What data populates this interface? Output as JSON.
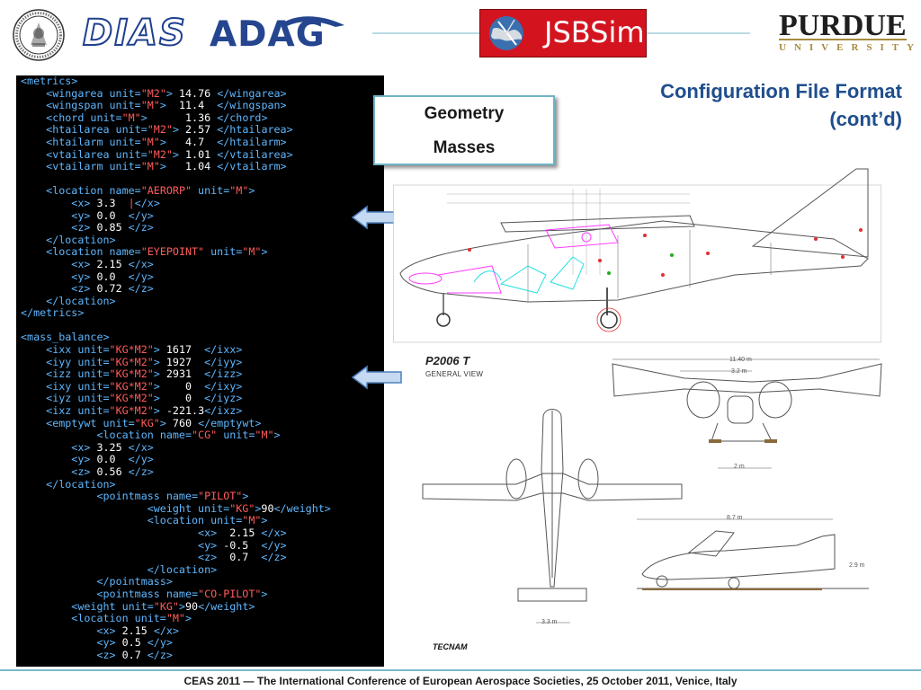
{
  "header": {
    "dias_logo": "DIAS",
    "adag_logo": "ADAG",
    "jsbsim_logo": "JSBSim",
    "purdue_name": "PURDUE",
    "purdue_sub": "UNIVERSITY",
    "seal_icon": "university-seal-icon",
    "colors": {
      "dias": "#1f3f8f",
      "adag": "#25468f",
      "jsbsim_bg": "#d3141f",
      "purdue_gold": "#a68a3c"
    }
  },
  "title": {
    "line1": "Configuration File Format",
    "line2": "(cont’d)",
    "color": "#1f4e8c"
  },
  "callout": {
    "line1": "Geometry",
    "line2": "Masses",
    "border_color": "#6fb3c5"
  },
  "code": [
    [
      [
        "t",
        "<metrics>"
      ]
    ],
    [
      [
        "n",
        "    "
      ],
      [
        "t",
        "<wingarea unit="
      ],
      [
        "v",
        "\"M2\""
      ],
      [
        "t",
        ">"
      ],
      [
        "n",
        " 14.76 "
      ],
      [
        "t",
        "</wingarea>"
      ]
    ],
    [
      [
        "n",
        "    "
      ],
      [
        "t",
        "<wingspan unit="
      ],
      [
        "v",
        "\"M\""
      ],
      [
        "t",
        ">"
      ],
      [
        "n",
        "  11.4  "
      ],
      [
        "t",
        "</wingspan>"
      ]
    ],
    [
      [
        "n",
        "    "
      ],
      [
        "t",
        "<chord unit="
      ],
      [
        "v",
        "\"M\""
      ],
      [
        "t",
        ">"
      ],
      [
        "n",
        "      1.36 "
      ],
      [
        "t",
        "</chord>"
      ]
    ],
    [
      [
        "n",
        "    "
      ],
      [
        "t",
        "<htailarea unit="
      ],
      [
        "v",
        "\"M2\""
      ],
      [
        "t",
        ">"
      ],
      [
        "n",
        " 2.57 "
      ],
      [
        "t",
        "</htailarea>"
      ]
    ],
    [
      [
        "n",
        "    "
      ],
      [
        "t",
        "<htailarm unit="
      ],
      [
        "v",
        "\"M\""
      ],
      [
        "t",
        ">"
      ],
      [
        "n",
        "   4.7  "
      ],
      [
        "t",
        "</htailarm>"
      ]
    ],
    [
      [
        "n",
        "    "
      ],
      [
        "t",
        "<vtailarea unit="
      ],
      [
        "v",
        "\"M2\""
      ],
      [
        "t",
        ">"
      ],
      [
        "n",
        " 1.01 "
      ],
      [
        "t",
        "</vtailarea>"
      ]
    ],
    [
      [
        "n",
        "    "
      ],
      [
        "t",
        "<vtailarm unit="
      ],
      [
        "v",
        "\"M\""
      ],
      [
        "t",
        ">"
      ],
      [
        "n",
        "   1.04 "
      ],
      [
        "t",
        "</vtailarm>"
      ]
    ],
    [
      [
        "n",
        ""
      ]
    ],
    [
      [
        "n",
        "    "
      ],
      [
        "t",
        "<location name="
      ],
      [
        "v",
        "\"AERORP\""
      ],
      [
        "t",
        " unit="
      ],
      [
        "v",
        "\"M\""
      ],
      [
        "t",
        ">"
      ]
    ],
    [
      [
        "n",
        "        "
      ],
      [
        "t",
        "<x>"
      ],
      [
        "n",
        " 3.3  "
      ],
      [
        "v",
        "|"
      ],
      [
        "t",
        "</x>"
      ]
    ],
    [
      [
        "n",
        "        "
      ],
      [
        "t",
        "<y>"
      ],
      [
        "n",
        " 0.0  "
      ],
      [
        "t",
        "</y>"
      ]
    ],
    [
      [
        "n",
        "        "
      ],
      [
        "t",
        "<z>"
      ],
      [
        "n",
        " 0.85 "
      ],
      [
        "t",
        "</z>"
      ]
    ],
    [
      [
        "n",
        "    "
      ],
      [
        "t",
        "</location>"
      ]
    ],
    [
      [
        "n",
        "    "
      ],
      [
        "t",
        "<location name="
      ],
      [
        "v",
        "\"EYEPOINT\""
      ],
      [
        "t",
        " unit="
      ],
      [
        "v",
        "\"M\""
      ],
      [
        "t",
        ">"
      ]
    ],
    [
      [
        "n",
        "        "
      ],
      [
        "t",
        "<x>"
      ],
      [
        "n",
        " 2.15 "
      ],
      [
        "t",
        "</x>"
      ]
    ],
    [
      [
        "n",
        "        "
      ],
      [
        "t",
        "<y>"
      ],
      [
        "n",
        " 0.0  "
      ],
      [
        "t",
        "</y>"
      ]
    ],
    [
      [
        "n",
        "        "
      ],
      [
        "t",
        "<z>"
      ],
      [
        "n",
        " 0.72 "
      ],
      [
        "t",
        "</z>"
      ]
    ],
    [
      [
        "n",
        "    "
      ],
      [
        "t",
        "</location>"
      ]
    ],
    [
      [
        "n",
        ""
      ],
      [
        "t",
        "</metrics>"
      ]
    ],
    [
      [
        "n",
        ""
      ]
    ],
    [
      [
        "t",
        "<mass_balance>"
      ]
    ],
    [
      [
        "n",
        "    "
      ],
      [
        "t",
        "<ixx unit="
      ],
      [
        "v",
        "\"KG*M2\""
      ],
      [
        "t",
        ">"
      ],
      [
        "n",
        " 1617  "
      ],
      [
        "t",
        "</ixx>"
      ]
    ],
    [
      [
        "n",
        "    "
      ],
      [
        "t",
        "<iyy unit="
      ],
      [
        "v",
        "\"KG*M2\""
      ],
      [
        "t",
        ">"
      ],
      [
        "n",
        " 1927  "
      ],
      [
        "t",
        "</iyy>"
      ]
    ],
    [
      [
        "n",
        "    "
      ],
      [
        "t",
        "<izz unit="
      ],
      [
        "v",
        "\"KG*M2\""
      ],
      [
        "t",
        ">"
      ],
      [
        "n",
        " 2931  "
      ],
      [
        "t",
        "</izz>"
      ]
    ],
    [
      [
        "n",
        "    "
      ],
      [
        "t",
        "<ixy unit="
      ],
      [
        "v",
        "\"KG*M2\""
      ],
      [
        "t",
        ">"
      ],
      [
        "n",
        "    0  "
      ],
      [
        "t",
        "</ixy>"
      ]
    ],
    [
      [
        "n",
        "    "
      ],
      [
        "t",
        "<iyz unit="
      ],
      [
        "v",
        "\"KG*M2\""
      ],
      [
        "t",
        ">"
      ],
      [
        "n",
        "    0  "
      ],
      [
        "t",
        "</iyz>"
      ]
    ],
    [
      [
        "n",
        "    "
      ],
      [
        "t",
        "<ixz unit="
      ],
      [
        "v",
        "\"KG*M2\""
      ],
      [
        "t",
        ">"
      ],
      [
        "n",
        " -221.3"
      ],
      [
        "t",
        "</ixz>"
      ]
    ],
    [
      [
        "n",
        "    "
      ],
      [
        "t",
        "<emptywt unit="
      ],
      [
        "v",
        "\"KG\""
      ],
      [
        "t",
        ">"
      ],
      [
        "n",
        " 760 "
      ],
      [
        "t",
        "</emptywt>"
      ]
    ],
    [
      [
        "n",
        "            "
      ],
      [
        "t",
        "<location name="
      ],
      [
        "v",
        "\"CG\""
      ],
      [
        "t",
        " unit="
      ],
      [
        "v",
        "\"M\""
      ],
      [
        "t",
        ">"
      ]
    ],
    [
      [
        "n",
        "        "
      ],
      [
        "t",
        "<x>"
      ],
      [
        "n",
        " 3.25 "
      ],
      [
        "t",
        "</x>"
      ]
    ],
    [
      [
        "n",
        "        "
      ],
      [
        "t",
        "<y>"
      ],
      [
        "n",
        " 0.0  "
      ],
      [
        "t",
        "</y>"
      ]
    ],
    [
      [
        "n",
        "        "
      ],
      [
        "t",
        "<z>"
      ],
      [
        "n",
        " 0.56 "
      ],
      [
        "t",
        "</z>"
      ]
    ],
    [
      [
        "n",
        "    "
      ],
      [
        "t",
        "</location>"
      ]
    ],
    [
      [
        "n",
        "            "
      ],
      [
        "t",
        "<pointmass name="
      ],
      [
        "v",
        "\"PILOT\""
      ],
      [
        "t",
        ">"
      ]
    ],
    [
      [
        "n",
        "                    "
      ],
      [
        "t",
        "<weight unit="
      ],
      [
        "v",
        "\"KG\""
      ],
      [
        "t",
        ">"
      ],
      [
        "n",
        "90"
      ],
      [
        "t",
        "</weight>"
      ]
    ],
    [
      [
        "n",
        "                    "
      ],
      [
        "t",
        "<location unit="
      ],
      [
        "v",
        "\"M\""
      ],
      [
        "t",
        ">"
      ]
    ],
    [
      [
        "n",
        "                            "
      ],
      [
        "t",
        "<x>"
      ],
      [
        "n",
        "  2.15 "
      ],
      [
        "t",
        "</x>"
      ]
    ],
    [
      [
        "n",
        "                            "
      ],
      [
        "t",
        "<y>"
      ],
      [
        "n",
        " -0.5  "
      ],
      [
        "t",
        "</y>"
      ]
    ],
    [
      [
        "n",
        "                            "
      ],
      [
        "t",
        "<z>"
      ],
      [
        "n",
        "  0.7  "
      ],
      [
        "t",
        "</z>"
      ]
    ],
    [
      [
        "n",
        "                    "
      ],
      [
        "t",
        "</location>"
      ]
    ],
    [
      [
        "n",
        "            "
      ],
      [
        "t",
        "</pointmass>"
      ]
    ],
    [
      [
        "n",
        "            "
      ],
      [
        "t",
        "<pointmass name="
      ],
      [
        "v",
        "\"CO-PILOT\""
      ],
      [
        "t",
        ">"
      ]
    ],
    [
      [
        "n",
        "        "
      ],
      [
        "t",
        "<weight unit="
      ],
      [
        "v",
        "\"KG\""
      ],
      [
        "t",
        ">"
      ],
      [
        "n",
        "90"
      ],
      [
        "t",
        "</weight>"
      ]
    ],
    [
      [
        "n",
        "        "
      ],
      [
        "t",
        "<location unit="
      ],
      [
        "v",
        "\"M\""
      ],
      [
        "t",
        ">"
      ]
    ],
    [
      [
        "n",
        "            "
      ],
      [
        "t",
        "<x>"
      ],
      [
        "n",
        " 2.15 "
      ],
      [
        "t",
        "</x>"
      ]
    ],
    [
      [
        "n",
        "            "
      ],
      [
        "t",
        "<y>"
      ],
      [
        "n",
        " 0.5 "
      ],
      [
        "t",
        "</y>"
      ]
    ],
    [
      [
        "n",
        "            "
      ],
      [
        "t",
        "<z>"
      ],
      [
        "n",
        " 0.7 "
      ],
      [
        "t",
        "</z>"
      ]
    ]
  ],
  "code_colors": {
    "tag": "#5fb7ff",
    "value": "#ff5c5c",
    "number": "#ffffff",
    "background": "#000000"
  },
  "drawing": {
    "title": "P2006 T",
    "subtitle": "GENERAL VIEW",
    "maker": "TECNAM",
    "dim_span": "11.40 m",
    "dim_htail": "3.2 m",
    "dim_gear": "2 m",
    "dim_length": "8.7 m",
    "dim_height": "2.9 m",
    "dim_tail": "3.3 m"
  },
  "footer": "CEAS 2011 — The International Conference of European Aerospace Societies, 25 October 2011, Venice, Italy"
}
